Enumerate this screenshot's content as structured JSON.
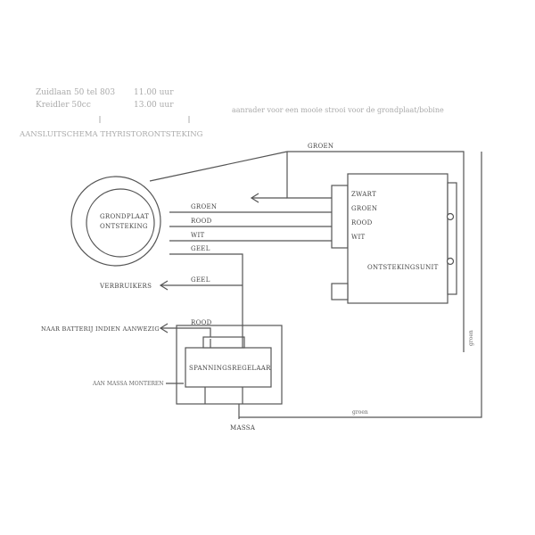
{
  "header": {
    "line1_left": "Zuidlaan 50 tel 803",
    "line1_right": "11.00 uur",
    "line2_left": "Kreidler 50cc",
    "line2_right": "13.00 uur",
    "right_note": "aanrader voor een mooie strooi voor de grondplaat/bobine",
    "title": "AANSLUITSCHEMA THYRISTORONTSTEKING"
  },
  "wires": {
    "top_green": "GROEN",
    "groen": "GROEN",
    "rood": "ROOD",
    "wit": "WIT",
    "geel_upper": "GEEL",
    "geel_lower": "GEEL",
    "rood_lower": "ROOD",
    "vertical_green": "groen",
    "bottom_green": "groen"
  },
  "components": {
    "grondplaat_line1": "GRONDPLAAT",
    "grondplaat_line2": "ONTSTEKING",
    "unit_label": "ONTSTEKINGSUNIT",
    "unit_terminal_zwart": "ZWART",
    "unit_terminal_groen": "GROEN",
    "unit_terminal_rood": "ROOD",
    "unit_terminal_wit": "WIT",
    "regulator_label": "SPANNINGSREGELAAR"
  },
  "endpoints": {
    "verbruikers": "VERBRUIKERS",
    "batterij": "NAAR BATTERIJ INDIEN AANWEZIG",
    "massa_monteren": "AAN MASSA MONTEREN",
    "massa": "MASSA"
  }
}
